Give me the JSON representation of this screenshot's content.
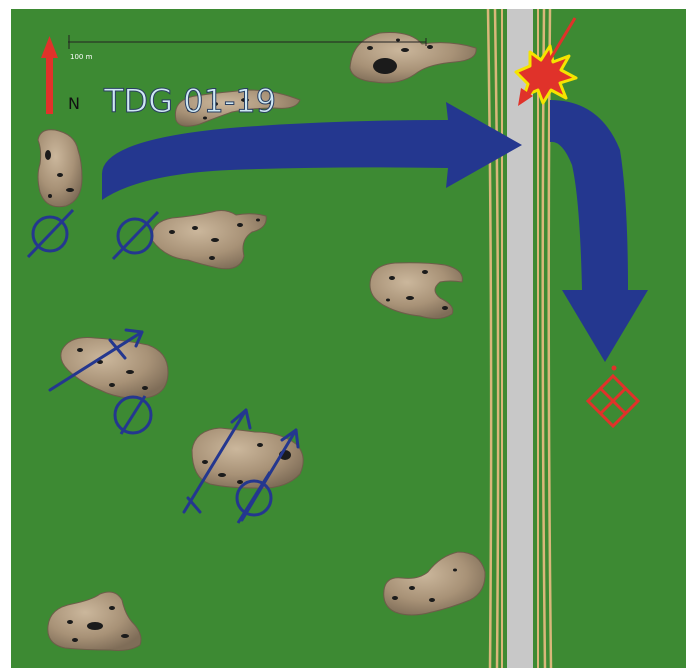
{
  "map": {
    "title": "TDG 01-19",
    "north_label": "N",
    "scale_label": "100 m",
    "colors": {
      "grass": "#3d8a33",
      "road": "#c8c8c8",
      "road_edge": "#c9a36a",
      "rock": "#a08c74",
      "friendly": "#24378f",
      "enemy": "#e0322a",
      "explosion": "#f5e400"
    }
  }
}
